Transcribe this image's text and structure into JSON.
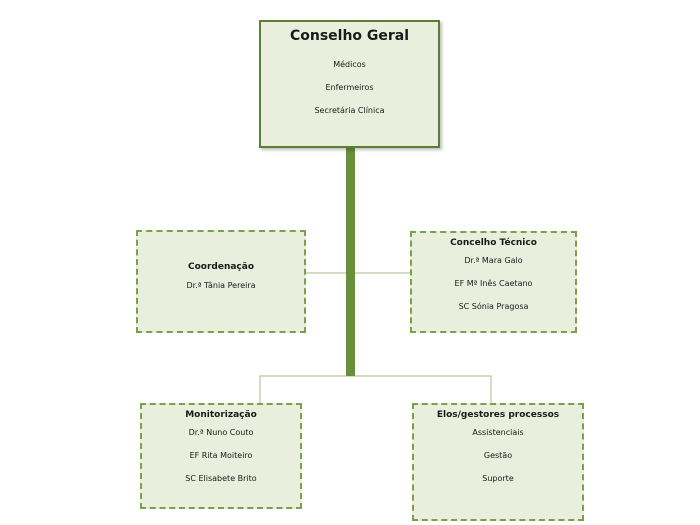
{
  "top": {
    "title": "Conselho Geral",
    "items": [
      "Médicos",
      "Enfermeiros",
      "Secretária Clínica"
    ]
  },
  "left_mid": {
    "title": "Coordenação",
    "items": [
      "Dr.ª Tânia Pereira"
    ]
  },
  "right_mid": {
    "title": "Concelho Técnico",
    "items": [
      "Dr.ª Mara Galo",
      "EF Mª Inês Caetano",
      "SC Sónia Pragosa"
    ]
  },
  "left_bottom": {
    "title": "Monitorização",
    "items": [
      "Dr.ª Nuno Couto",
      "EF Rita Moiteiro",
      "SC Elisabete Brito"
    ]
  },
  "right_bottom": {
    "title": "Elos/gestores processos",
    "items": [
      "Assistenciais",
      "Gestão",
      "Suporte"
    ]
  },
  "colors": {
    "box_fill": "#e9eedd",
    "trunk": "#6a8f3a",
    "solid_border": "#5e7e34",
    "dashed_border": "#7c9f4b",
    "thin_connector": "#b7c89a"
  }
}
